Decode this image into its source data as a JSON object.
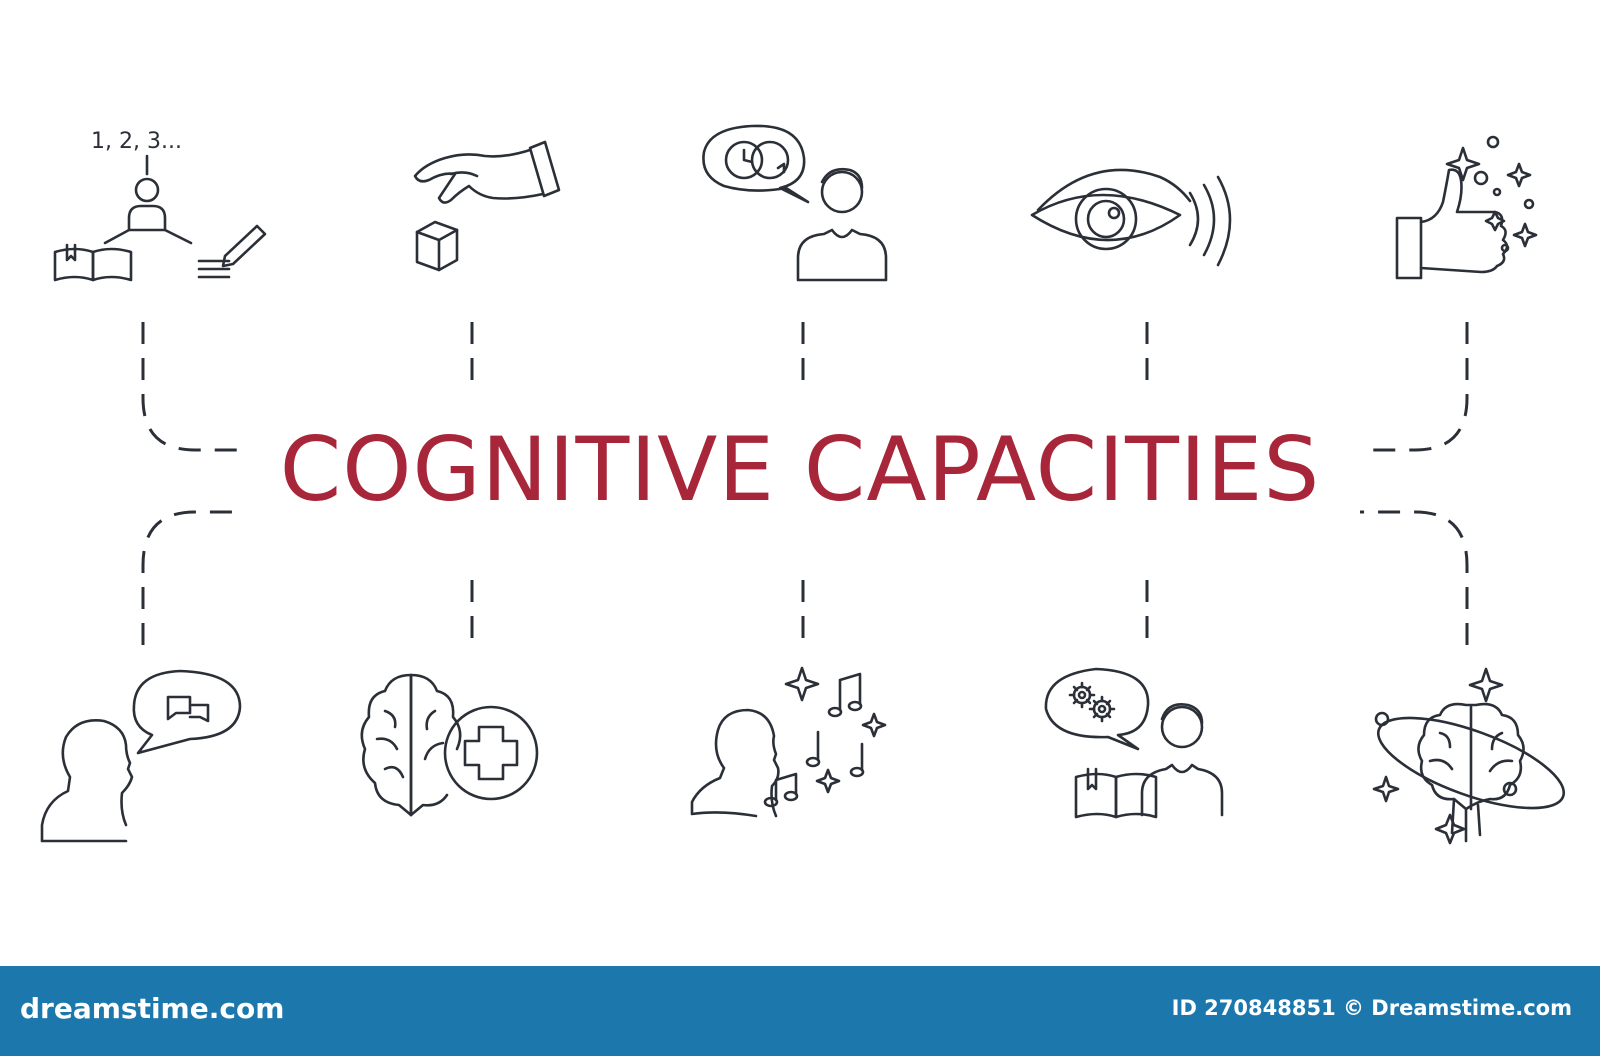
{
  "title": "COGNITIVE CAPACITIES",
  "icons_top": [
    {
      "name": "person-network-counting-icon",
      "text": "1, 2, 3..."
    },
    {
      "name": "hand-picking-cube-icon"
    },
    {
      "name": "person-thinking-time-icon"
    },
    {
      "name": "eye-perception-icon"
    },
    {
      "name": "thumbs-up-sparkle-icon"
    }
  ],
  "icons_bottom": [
    {
      "name": "person-speaking-icon"
    },
    {
      "name": "brain-plus-icon"
    },
    {
      "name": "person-music-icon"
    },
    {
      "name": "person-gears-book-icon"
    },
    {
      "name": "brain-orbit-icon"
    }
  ],
  "footer": {
    "brand": "dreamstime.com",
    "id_text": "ID 270848851 © Dreamstime.com"
  },
  "colors": {
    "title": "#a8263a",
    "line": "#2a2f38",
    "footer_bg": "#1c77ad"
  }
}
